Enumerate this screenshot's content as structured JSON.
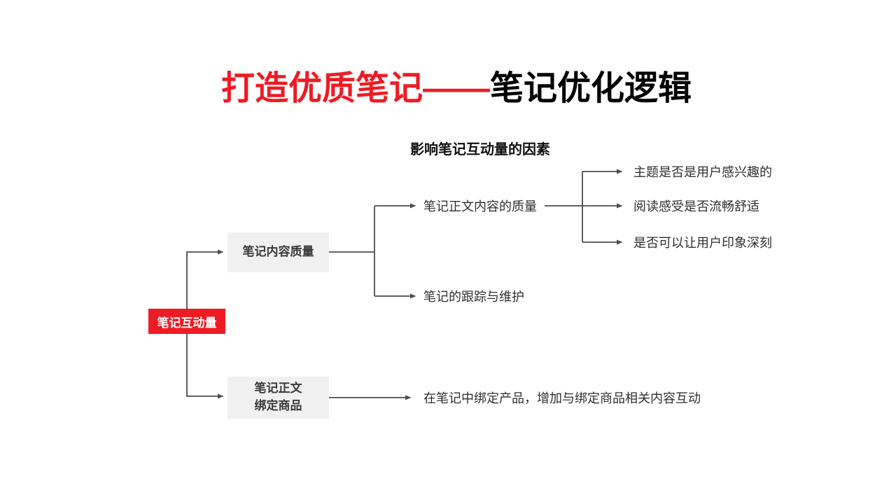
{
  "slide": {
    "title": {
      "highlight": "打造优质笔记——",
      "rest": "笔记优化逻辑"
    },
    "diagram_title": "影响笔记互动量的因素"
  },
  "colors": {
    "accent_red": "#ed1c24",
    "node_gray": "#f0f0f0",
    "line": "#4d4d4d",
    "text_dark": "#3a3a3a"
  },
  "diagram": {
    "root": {
      "label": "笔记互动量"
    },
    "level1": [
      {
        "label": "笔记内容质量"
      },
      {
        "label_line1": "笔记正文",
        "label_line2": "绑定商品"
      }
    ],
    "level2": [
      {
        "label": "笔记正文内容的质量"
      },
      {
        "label": "笔记的跟踪与维护"
      },
      {
        "label": "在笔记中绑定产品，增加与绑定商品相关内容互动"
      }
    ],
    "level3": [
      {
        "label": "主题是否是用户感兴趣的"
      },
      {
        "label": "阅读感受是否流畅舒适"
      },
      {
        "label": "是否可以让用户印象深刻"
      }
    ]
  }
}
